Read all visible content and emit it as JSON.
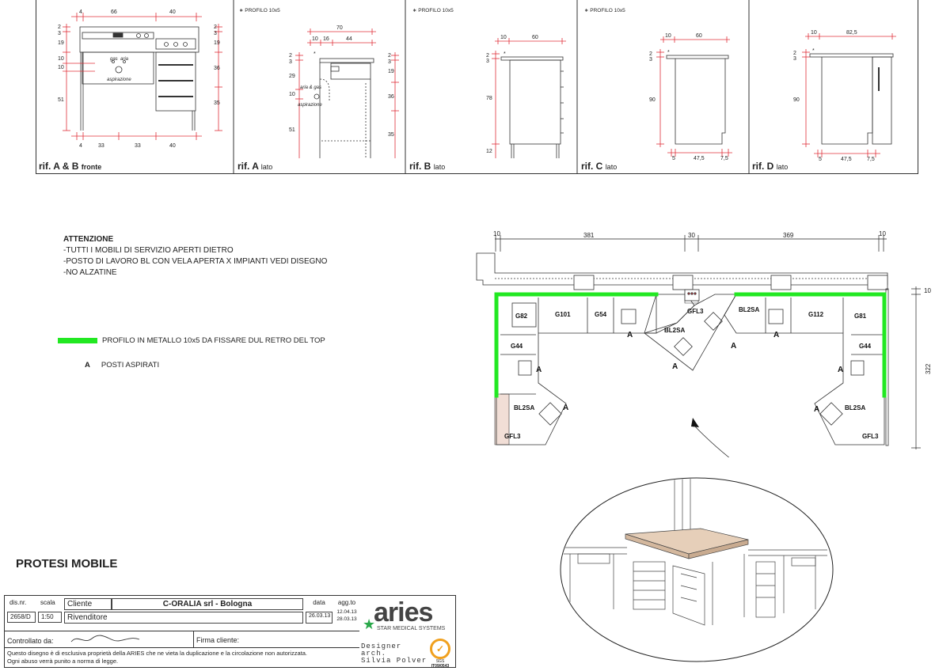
{
  "panels": [
    {
      "label": "rif. A & B",
      "suffix": "fronte",
      "profilo": ""
    },
    {
      "label": "rif. A",
      "suffix": "lato",
      "profilo": "∗ PROFILO  10x5"
    },
    {
      "label": "rif. B",
      "suffix": "lato",
      "profilo": "∗ PROFILO  10x5"
    },
    {
      "label": "rif. C",
      "suffix": "lato",
      "profilo": "∗ PROFILO  10x5"
    },
    {
      "label": "rif. D",
      "suffix": "lato",
      "profilo": ""
    }
  ],
  "front": {
    "top": [
      "4",
      "66",
      "40"
    ],
    "bottom": [
      "4",
      "33",
      "33",
      "40"
    ],
    "left": [
      "2",
      "3",
      "19",
      "10",
      "10",
      "51"
    ],
    "right": [
      "2",
      "3",
      "19",
      "36",
      "35"
    ],
    "gas": "gas",
    "aria": "aria",
    "aspirazione": "aspirazione"
  },
  "sideA": {
    "dims": [
      "70",
      "10",
      "16",
      "44"
    ],
    "left": [
      "2",
      "3",
      "29",
      "10",
      "51"
    ],
    "right": [
      "2",
      "3",
      "19",
      "36",
      "35"
    ],
    "aria_gas": "aria & gas",
    "aspirazione": "aspirazione",
    "star": "*"
  },
  "sideB": {
    "dims": [
      "10",
      "60"
    ],
    "left": [
      "2",
      "3",
      "78",
      "12"
    ],
    "star": "*"
  },
  "sideC": {
    "dims": [
      "10",
      "60"
    ],
    "left": [
      "2",
      "3",
      "90"
    ],
    "bottom": [
      "5",
      "47,5",
      "7,5"
    ],
    "star": "*"
  },
  "sideD": {
    "dims": [
      "10",
      "82,5"
    ],
    "left": [
      "2",
      "3",
      "90"
    ],
    "bottom": [
      "5",
      "47,5",
      "7,5"
    ],
    "star": "*"
  },
  "notes": {
    "title": "ATTENZIONE",
    "lines": [
      "-TUTTI I MOBILI DI SERVIZIO APERTI DIETRO",
      "-POSTO DI LAVORO BL CON VELA APERTA X IMPIANTI VEDI DISEGNO",
      "-NO ALZATINE"
    ]
  },
  "legend": {
    "profilo": "PROFILO IN METALLO 10x5 DA FISSARE DUL RETRO DEL TOP",
    "a_key": "A",
    "a_text": "POSTI ASPIRATI",
    "profile_color": "#22e822"
  },
  "plan": {
    "top_dims": [
      "10",
      "381",
      "30",
      "369",
      "10"
    ],
    "right_dims": [
      "10",
      "322"
    ],
    "units": [
      "G82",
      "G101",
      "G54",
      "GFL3",
      "BL2SA",
      "BL2SA",
      "G112",
      "G81",
      "G44",
      "G44",
      "BL2SA",
      "BL2SA",
      "GFL3",
      "GFL3"
    ],
    "a_label": "A"
  },
  "project": {
    "title": "PROTESI MOBILE"
  },
  "titleblock": {
    "dis_nr_label": "dis.nr.",
    "dis_nr": "2658/D",
    "scala_label": "scala",
    "scala": "1:50",
    "cliente_label": "Cliente",
    "cliente": "C-ORALIA srl - Bologna",
    "rivenditore_label": "Rivenditore",
    "data_label": "data",
    "data": "26.03.13",
    "agg_label": "agg.to",
    "agg1": "12.04.13",
    "agg2": "28.03.13",
    "controllato": "Controllato da:",
    "firma": "Firma cliente:",
    "disclaimer1": "Questo disegno è di esclusiva proprietà della ARIES che ne vieta la duplicazione e la  circolazione non  autorizzata.",
    "disclaimer2": "Ogni abuso verrà punito a norma di legge.",
    "brand": "aries",
    "brand_sub": "STAR MEDICAL SYSTEMS",
    "designer1": "Designer",
    "designer2": "arch.",
    "designer3": "Silvia Polver",
    "cert1": "SGS",
    "cert2": "IT09/0543"
  }
}
